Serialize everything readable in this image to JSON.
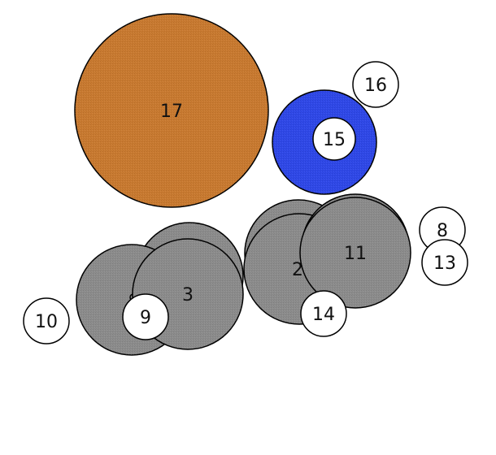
{
  "colors": {
    "background": "#ffffff",
    "orange": "#c97a30",
    "blue": "#2f48e8",
    "gray": "#8c8c8c",
    "white": "#ffffff",
    "stroke": "#000000"
  },
  "balls": [
    {
      "id": "ball-17",
      "label": "17",
      "color": "orange"
    },
    {
      "id": "ball-15-ring",
      "label": "",
      "color": "blue"
    },
    {
      "id": "ball-15",
      "label": "15",
      "color": "white"
    },
    {
      "id": "ball-16",
      "label": "16",
      "color": "white"
    },
    {
      "id": "ball-gray-a",
      "label": "",
      "color": "gray"
    },
    {
      "id": "ball-gray-b",
      "label": "",
      "color": "gray"
    },
    {
      "id": "ball-gray-c",
      "label": "",
      "color": "gray"
    },
    {
      "id": "ball-3",
      "label": "3",
      "color": "gray"
    },
    {
      "id": "ball-gray-d",
      "label": "",
      "color": "gray"
    },
    {
      "id": "ball-2",
      "label": "2",
      "color": "gray"
    },
    {
      "id": "ball-gray-e",
      "label": "",
      "color": "gray"
    },
    {
      "id": "ball-11",
      "label": "11",
      "color": "gray"
    },
    {
      "id": "ball-8",
      "label": "8",
      "color": "white"
    },
    {
      "id": "ball-13",
      "label": "13",
      "color": "white"
    },
    {
      "id": "ball-14",
      "label": "14",
      "color": "white"
    },
    {
      "id": "ball-9",
      "label": "9",
      "color": "white"
    },
    {
      "id": "ball-10",
      "label": "10",
      "color": "white"
    }
  ]
}
